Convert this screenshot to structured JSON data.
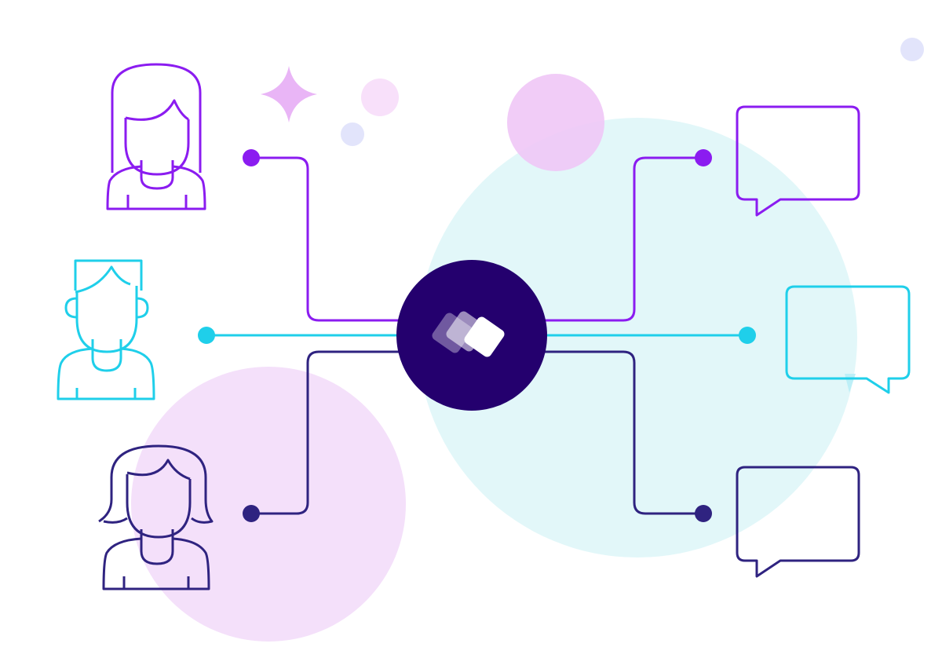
{
  "colors": {
    "violet": "#8B1CF0",
    "cyan": "#1FCFEA",
    "indigo": "#2F2380",
    "hub": "#24006E",
    "bubble_pink": "#F3D4F8",
    "bubble_mint": "#E2F7F9",
    "dot_lavender": "#E2E4FB",
    "sparkle": "#E9B5F6"
  },
  "nodes": {
    "people": [
      {
        "kind": "woman-long-hair",
        "icon": "woman-avatar-icon",
        "color": "violet"
      },
      {
        "kind": "man-short-hair",
        "icon": "man-avatar-icon",
        "color": "cyan"
      },
      {
        "kind": "woman-bob-hair",
        "icon": "woman-bob-avatar-icon",
        "color": "indigo"
      }
    ],
    "bubbles": [
      {
        "icon": "speech-bubble-icon",
        "color": "violet"
      },
      {
        "icon": "speech-bubble-icon",
        "color": "cyan"
      },
      {
        "icon": "speech-bubble-icon",
        "color": "indigo"
      }
    ],
    "hub": {
      "icon": "stacked-cards-icon",
      "color": "hub"
    }
  }
}
